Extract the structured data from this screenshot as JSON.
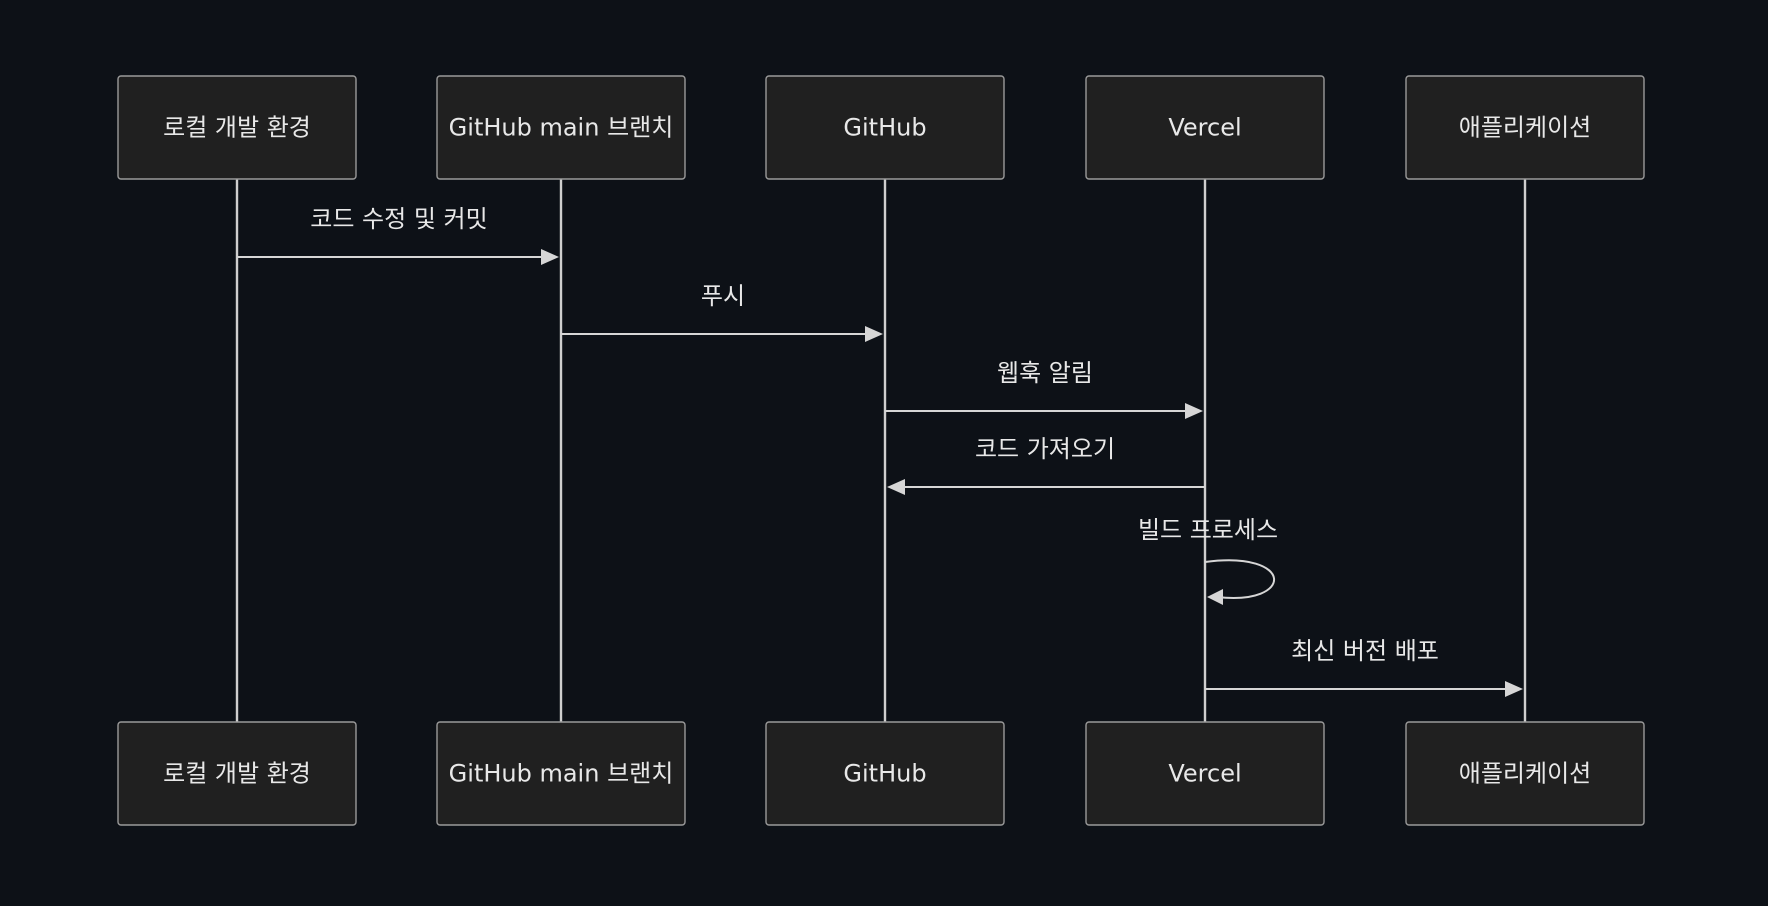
{
  "participants": [
    {
      "id": "local",
      "label": "로컬 개발 환경"
    },
    {
      "id": "branch",
      "label": "GitHub main 브랜치"
    },
    {
      "id": "github",
      "label": "GitHub"
    },
    {
      "id": "vercel",
      "label": "Vercel"
    },
    {
      "id": "app",
      "label": "애플리케이션"
    }
  ],
  "messages": [
    {
      "from": "local",
      "to": "branch",
      "label": "코드 수정 및 커밋"
    },
    {
      "from": "branch",
      "to": "github",
      "label": "푸시"
    },
    {
      "from": "github",
      "to": "vercel",
      "label": "웹훅 알림"
    },
    {
      "from": "vercel",
      "to": "github",
      "label": "코드 가져오기"
    },
    {
      "from": "vercel",
      "to": "vercel",
      "label": "빌드 프로세스"
    },
    {
      "from": "vercel",
      "to": "app",
      "label": "최신 버전 배포"
    }
  ],
  "colors": {
    "background": "#0d1117",
    "box_fill": "#202020",
    "box_stroke": "#9a9a9a",
    "line": "#d6d6d6",
    "text": "#e8e8e8"
  }
}
